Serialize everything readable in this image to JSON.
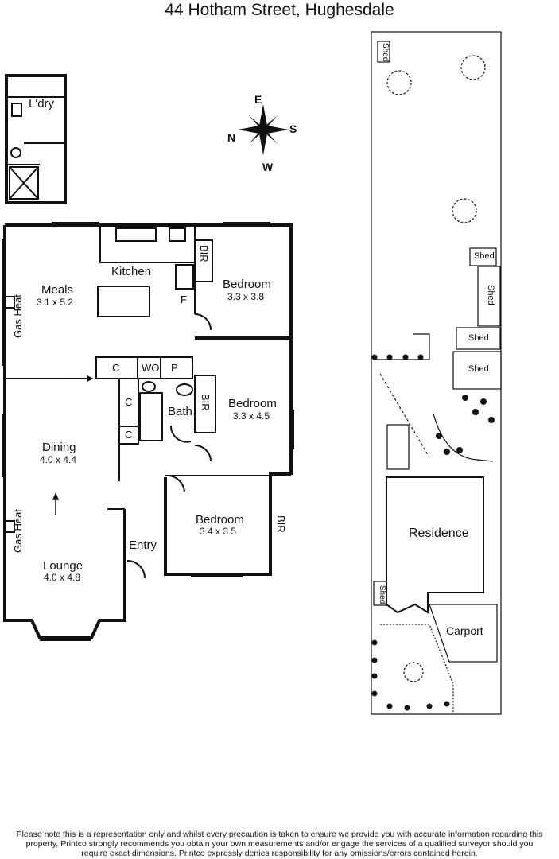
{
  "title": "44 Hotham Street, Hughesdale",
  "compass": {
    "north": "N",
    "east": "E",
    "south": "S",
    "west": "W"
  },
  "rooms": {
    "laundry": "L'dry",
    "kitchen": "Kitchen",
    "meals": {
      "name": "Meals",
      "dims": "3.1 x 5.2"
    },
    "bedroom1": {
      "name": "Bedroom",
      "dims": "3.3 x 3.8"
    },
    "bedroom2": {
      "name": "Bedroom",
      "dims": "3.3 x 4.5"
    },
    "bedroom3": {
      "name": "Bedroom",
      "dims": "3.4 x 3.5"
    },
    "dining": {
      "name": "Dining",
      "dims": "4.0 x 4.4"
    },
    "lounge": {
      "name": "Lounge",
      "dims": "4.0 x 4.8"
    },
    "bath": "Bath",
    "entry": "Entry"
  },
  "fixtures": {
    "bir": "BIR",
    "fridge": "F",
    "cupboard": "C",
    "wo": "WO",
    "pantry": "P",
    "gas_heat": "Gas Heat"
  },
  "site": {
    "shed": "Shed",
    "residence": "Residence",
    "carport": "Carport"
  },
  "disclaimer": "Please note this is a representation only and whilst every precaution is taken to ensure we provide you with accurate information regarding this property, Printco strongly recommends you obtain your own measurements and/or engage the services of a qualified surveyor should you require exact dimensions. Printco expressly denies responsibility for any omissions/errors contained herein."
}
